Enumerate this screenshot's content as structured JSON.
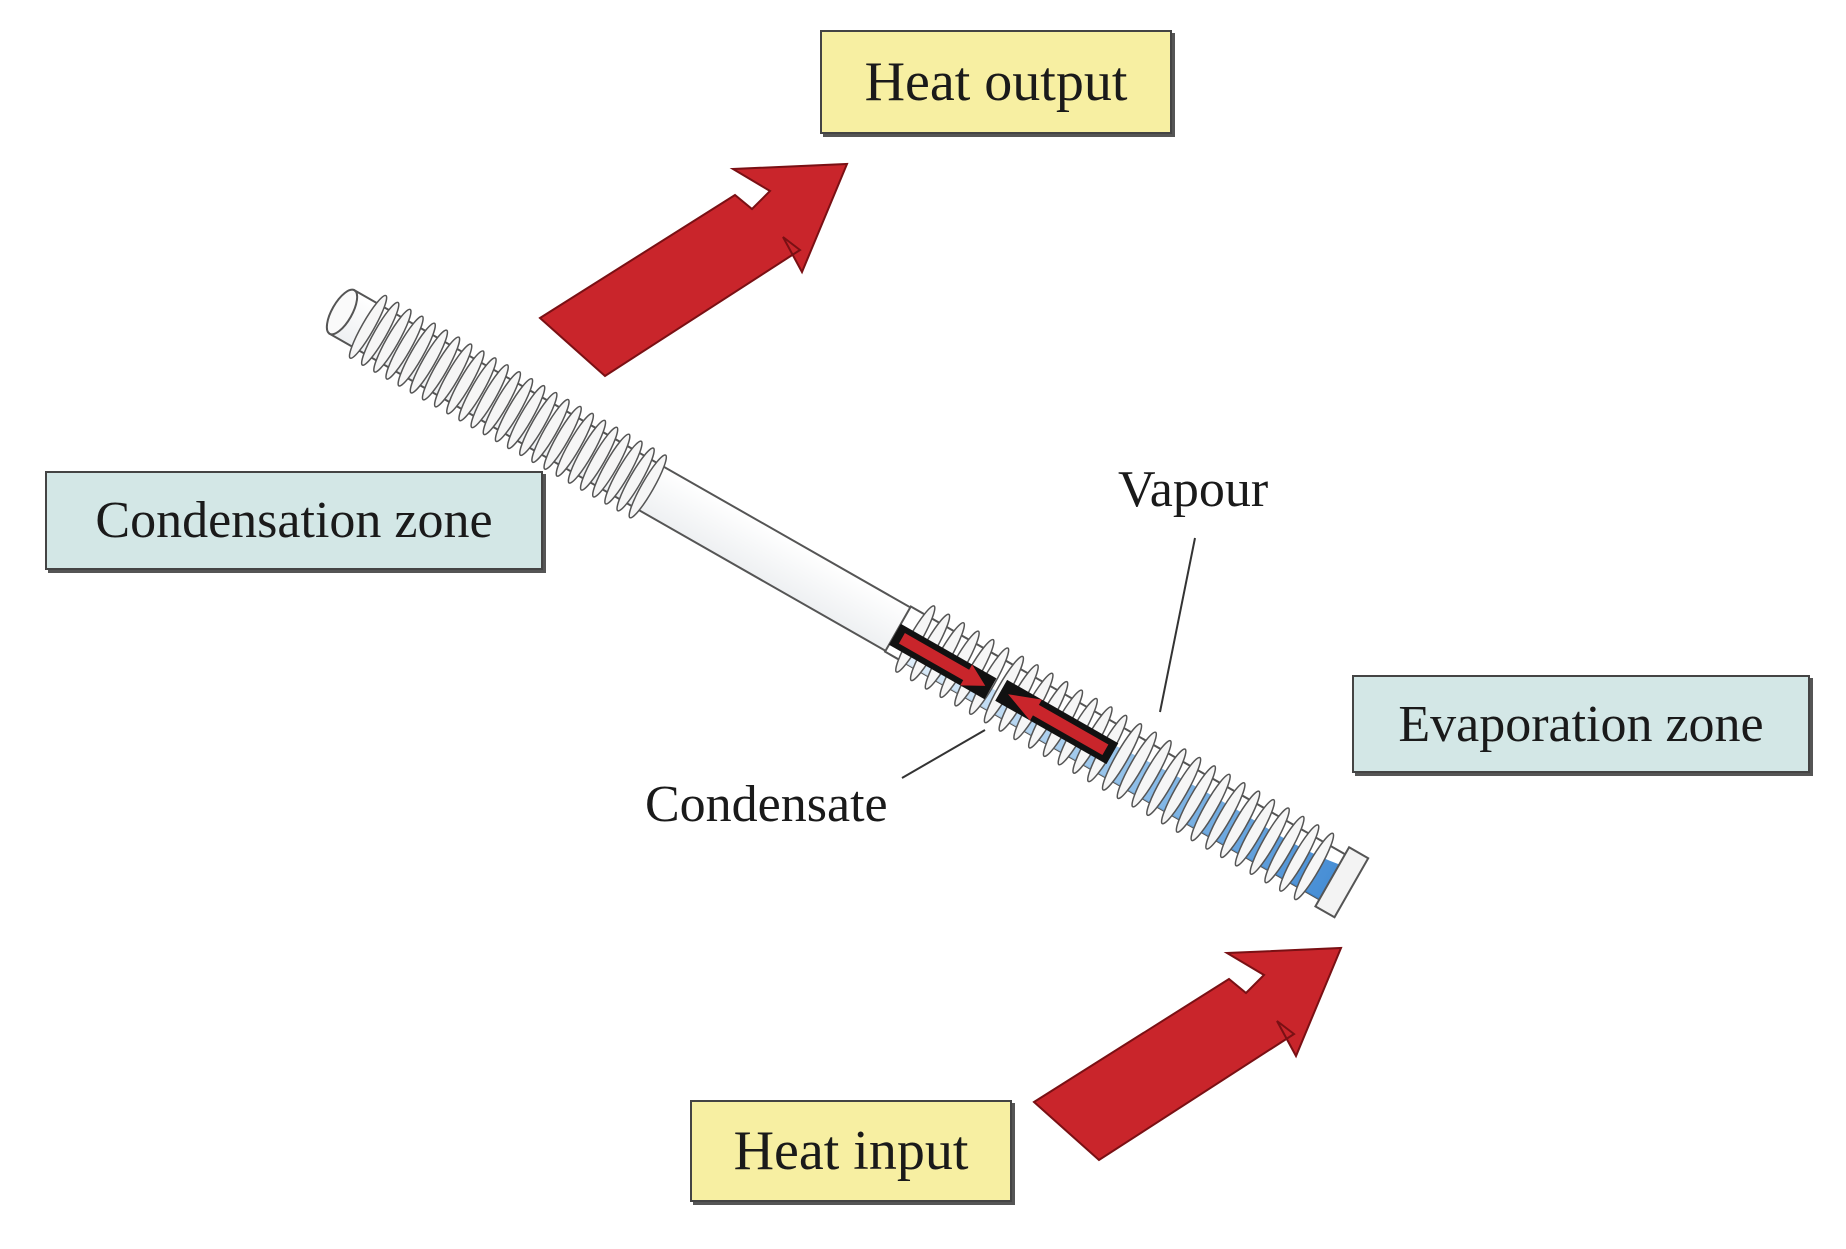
{
  "labels": {
    "heat_output": "Heat output",
    "condensation_zone": "Condensation zone",
    "vapour": "Vapour",
    "evaporation_zone": "Evaporation zone",
    "condensate": "Condensate",
    "heat_input": "Heat input"
  },
  "colors": {
    "heat_arrow": "#c9252b",
    "fluid": "#2f7fcf",
    "label_yellow": "#f7efa2",
    "label_cyan": "#d3e7e6"
  },
  "icons": {
    "heat_output_arrow": "arrow-up-right-icon",
    "heat_input_arrow": "arrow-up-right-icon",
    "vapour_flow": "arrow-left-icon",
    "condensate_flow": "arrow-right-icon"
  }
}
